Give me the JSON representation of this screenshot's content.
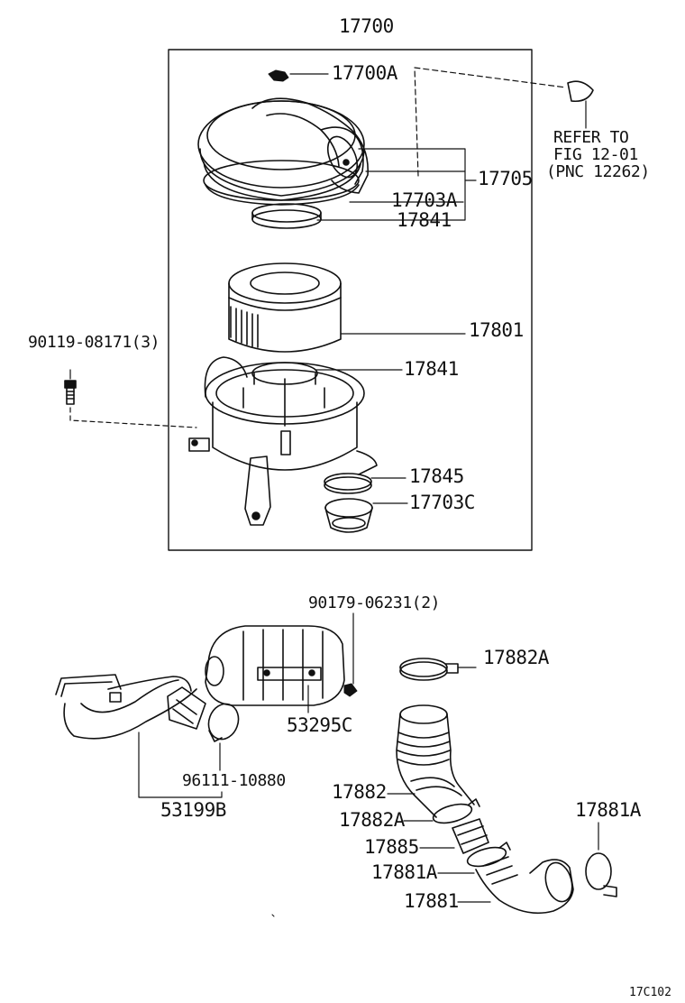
{
  "diagram": {
    "colors": {
      "ink": "#111111",
      "paper": "#ffffff"
    },
    "group_label": "17700",
    "labels": {
      "p17700A": "17700A",
      "p17705": "17705",
      "p17703A": "17703A",
      "p17841_top": "17841",
      "p17801": "17801",
      "p17841_mid": "17841",
      "p17845": "17845",
      "p17703C": "17703C",
      "bolt": "90119-08171(3)",
      "ref_line1": "REFER TO",
      "ref_line2": "FIG 12-01",
      "ref_line3": "(PNC 12262)",
      "p90179": "90179-06231(2)",
      "p53295C": "53295C",
      "p96111": "96111-10880",
      "p53199B": "53199B",
      "p17882A_top": "17882A",
      "p17882": "17882",
      "p17882A_mid": "17882A",
      "p17885": "17885",
      "p17881A_right": "17881A",
      "p17881A_left": "17881A",
      "p17881": "17881",
      "figure_code": "17C102"
    }
  }
}
